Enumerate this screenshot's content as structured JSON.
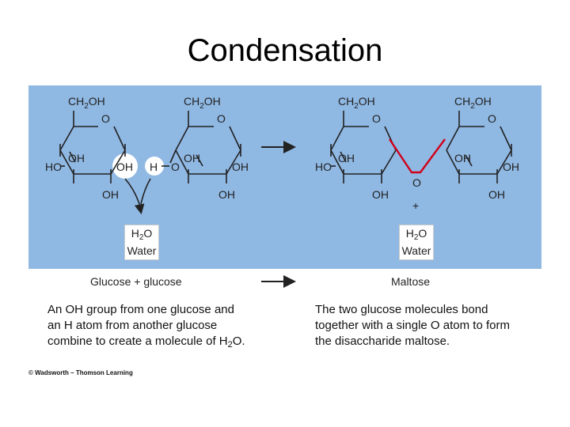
{
  "title": "Condensation",
  "molecule": {
    "ch2oh": "CH",
    "ch2oh_sub": "2",
    "ch2oh_tail": "OH",
    "ring_o": "O",
    "oh": "OH",
    "ho": "HO",
    "h": "H",
    "bridge_o": "O",
    "plus": "+"
  },
  "water": {
    "h2o_h": "H",
    "h2o_sub": "2",
    "h2o_o": "O",
    "label": "Water"
  },
  "equation": {
    "reactants": "Glucose + glucose",
    "product": "Maltose"
  },
  "descriptions": {
    "left_line1": "An OH group from one glucose and",
    "left_line2": "an H atom from another glucose",
    "left_line3_pre": "combine to create a molecule of H",
    "left_line3_sub": "2",
    "left_line3_post": "O.",
    "right_line1": "The two glucose molecules bond",
    "right_line2": "together with a single O atom to form",
    "right_line3": "the disaccharide maltose."
  },
  "credit": "© Wadsworth – Thomson Learning",
  "colors": {
    "panel": "#8fb8e3",
    "bond_highlight": "#d0021b",
    "highlight_circle": "#ffffff"
  }
}
